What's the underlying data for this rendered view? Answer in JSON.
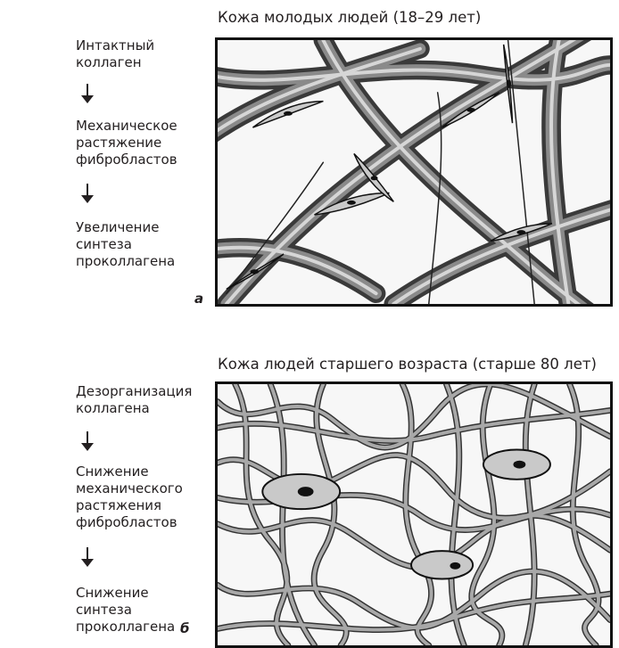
{
  "panel_a": {
    "title": "Кожа молодых людей (18–29 лет)",
    "steps": [
      "Интактный\nколлаген",
      "Механическое\nрастяжение\nфибробластов",
      "Увеличение\nсинтеза\nпроколлагена"
    ],
    "letter": "а"
  },
  "panel_b": {
    "title": "Кожа людей старшего возраста (старше 80 лет)",
    "steps": [
      "Дезорганизация\nколлагена",
      "Снижение\nмеханического\nрастяжения\nфибробластов",
      "Снижение\nсинтеза\nпроколлагена"
    ],
    "letter": "б"
  }
}
